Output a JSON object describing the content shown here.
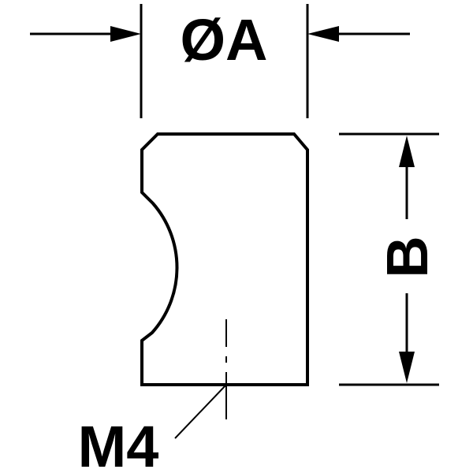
{
  "diagram": {
    "labels": {
      "diameter": "ØA",
      "height": "B",
      "thread": "M4"
    },
    "colors": {
      "line": "#000000",
      "background": "#ffffff"
    }
  }
}
